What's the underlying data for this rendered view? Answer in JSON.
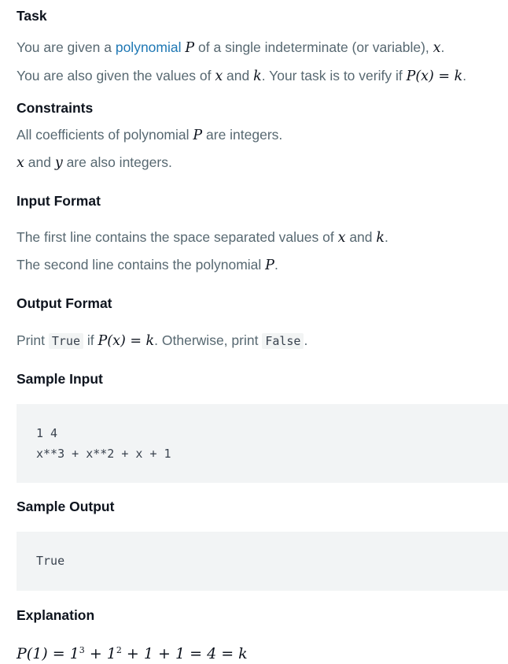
{
  "task": {
    "heading": "Task",
    "line1_a": "You are given a ",
    "line1_link": "polynomial",
    "line1_b": " of a single indeterminate (or variable), ",
    "line1_end": ".",
    "line2_a": "You are also given the values of ",
    "line2_b": " and ",
    "line2_c": ". Your task is to verify if ",
    "line2_end": "."
  },
  "constraints": {
    "heading": "Constraints",
    "line1_a": "All coefficients of polynomial ",
    "line1_b": " are integers.",
    "line2_a": " and ",
    "line2_b": " are also integers."
  },
  "input_format": {
    "heading": "Input Format",
    "line1_a": "The first line contains the space separated values of ",
    "line1_b": " and ",
    "line1_end": ".",
    "line2_a": "The second line contains the polynomial ",
    "line2_end": "."
  },
  "output_format": {
    "heading": "Output Format",
    "a": "Print ",
    "code_true": "True",
    "b": " if ",
    "c": ". Otherwise, print ",
    "code_false": "False",
    "end": "."
  },
  "sample_input": {
    "heading": "Sample Input",
    "lines": [
      "1 4",
      "x**3 + x**2 + x + 1"
    ]
  },
  "sample_output": {
    "heading": "Sample Output",
    "lines": [
      "True"
    ]
  },
  "explanation": {
    "heading": "Explanation"
  },
  "math": {
    "P": "P",
    "x": "x",
    "y": "y",
    "k": "k",
    "Px_eq_k": "P(x) = k",
    "explanation_lhs": "P(1) = 1",
    "exp3": "3",
    "plus_one": " + 1",
    "exp2": "2",
    "rest": " + 1 + 1 = 4 = k"
  }
}
